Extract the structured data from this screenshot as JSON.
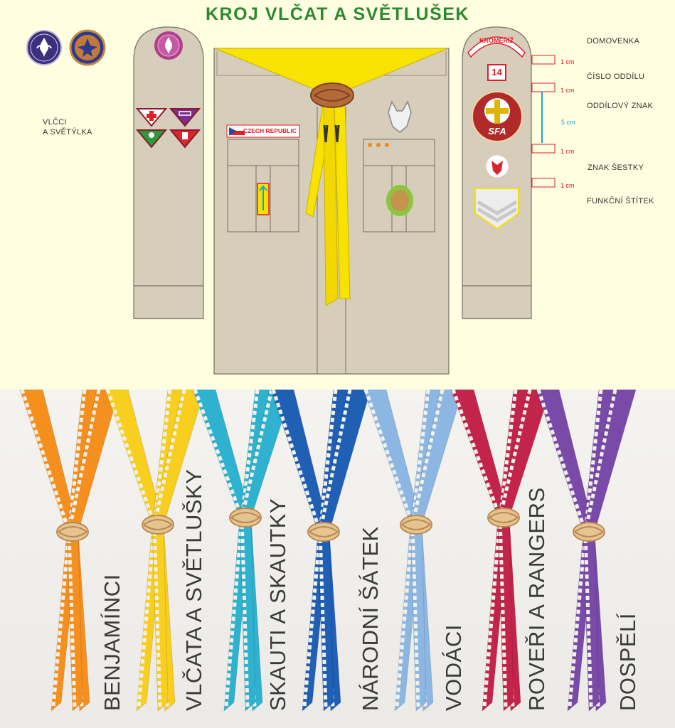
{
  "title": "KROJ VLČAT A SVĚTLUŠEK",
  "left_caption": [
    "VLČCI",
    "A SVĚTÝLKA"
  ],
  "flag_text": "CZECH REPUBLIC",
  "home_badge": "KROMĚŘÍŽ",
  "troop_number": "14",
  "troop_emblem_text": "SFA",
  "right_labels": [
    "DOMOVENKA",
    "ČÍSLO ODDÍLU",
    "ODDÍLOVÝ ZNAK",
    "ZNAK ŠESTKY",
    "FUNKČNÍ ŠTÍTEK"
  ],
  "spacings": [
    "1 cm",
    "1 cm",
    "5 cm",
    "1 cm",
    "1 cm"
  ],
  "colors": {
    "title": "#2c8a2e",
    "shirt": "#d6cdbb",
    "outline": "#7a6f63",
    "scarf_yellow": "#f7e200",
    "spacing_red": "#e01f26",
    "spacing_blue": "#1aa3d9"
  },
  "scarves": [
    {
      "label": "BENJAMÍNCI",
      "color": "#f5901e"
    },
    {
      "label": "VLČATA  A SVĚTLUŠKY",
      "color": "#f8cf1e"
    },
    {
      "label": "SKAUTI A SKAUTKY",
      "color": "#2fb2cf"
    },
    {
      "label": "NÁRODNÍ ŠÁTEK",
      "color": "#1f5fb4"
    },
    {
      "label": "VODÁCI",
      "color": "#8db7e3"
    },
    {
      "label": "ROVEŘI A RANGERS",
      "color": "#c3244a"
    },
    {
      "label": "DOSPĚLÍ",
      "color": "#7a4aa8"
    }
  ]
}
